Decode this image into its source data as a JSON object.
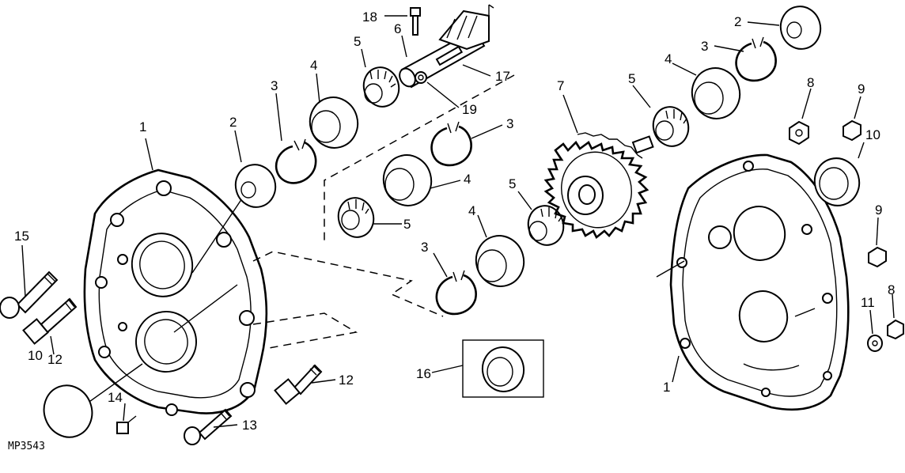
{
  "figure_code": "MP3543",
  "callouts": {
    "c1_left": "1",
    "c1_right": "1",
    "c2_a": "2",
    "c2_b": "2",
    "c3_a": "3",
    "c3_b": "3",
    "c3_c": "3",
    "c3_d": "3",
    "c4_a": "4",
    "c4_b": "4",
    "c4_c": "4",
    "c4_d": "4",
    "c5_a": "5",
    "c5_b": "5",
    "c5_c": "5",
    "c5_d": "5",
    "c6": "6",
    "c7": "7",
    "c8_a": "8",
    "c8_b": "8",
    "c9_a": "9",
    "c9_b": "9",
    "c10_a": "10",
    "c10_b": "10",
    "c11": "11",
    "c12_a": "12",
    "c12_b": "12",
    "c13": "13",
    "c14": "14",
    "c15": "15",
    "c16": "16",
    "c17": "17",
    "c18": "18",
    "c19": "19"
  }
}
